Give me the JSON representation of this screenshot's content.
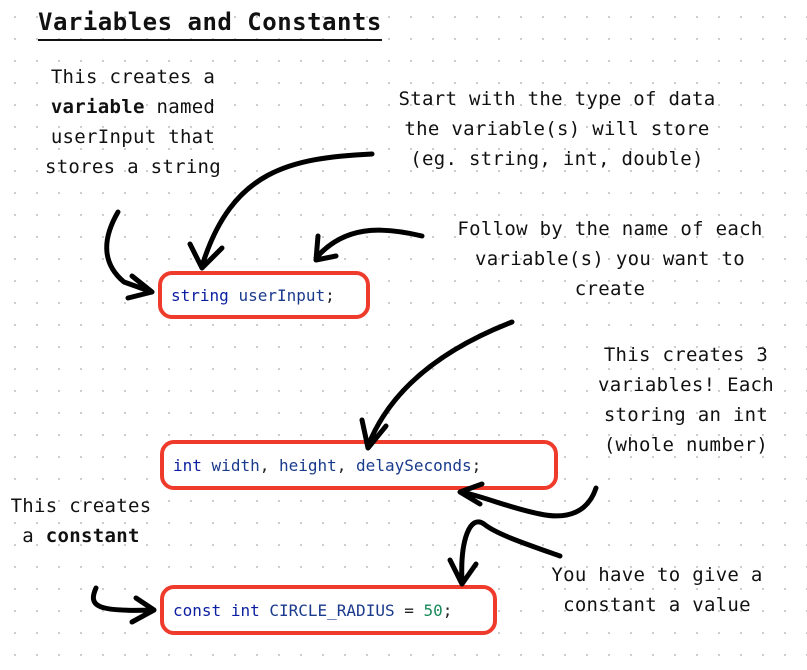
{
  "title": "Variables and Constants",
  "notes": {
    "creates_variable": {
      "line1": "This creates a",
      "line2_bold": "variable",
      "line2_rest": " named",
      "line3": "userInput that",
      "line4": "stores a string"
    },
    "type_of_data": {
      "line1": "Start with the type of data",
      "line2": "the variable(s) will store",
      "line3": "(eg. string, int, double)"
    },
    "name_of_each": {
      "line1": "Follow by the name of each",
      "line2": "variable(s) you want to",
      "line3": "create"
    },
    "three_variables": {
      "line1": "This creates 3",
      "line2": "variables! Each",
      "line3": "storing an int",
      "line4": "(whole number)"
    },
    "creates_constant": {
      "line1": "This creates",
      "line2_pre": "a ",
      "line2_bold": "constant"
    },
    "give_value": {
      "line1": "You have to give a",
      "line2": "constant a value"
    }
  },
  "code": {
    "line1": {
      "type": "string",
      "name": "userInput",
      "end": ";"
    },
    "line2": {
      "type": "int",
      "a": "width",
      "sep": ", ",
      "b": "height",
      "c": "delaySeconds",
      "end": ";"
    },
    "line3": {
      "kw1": "const",
      "type": "int",
      "name": "CIRCLE_RADIUS",
      "op": " = ",
      "value": "50",
      "end": ";"
    }
  },
  "colors": {
    "box_border": "#ef3b2b",
    "keyword": "#0b1fa0",
    "identifier": "#1a3a8c",
    "number": "#1a8a5a"
  }
}
